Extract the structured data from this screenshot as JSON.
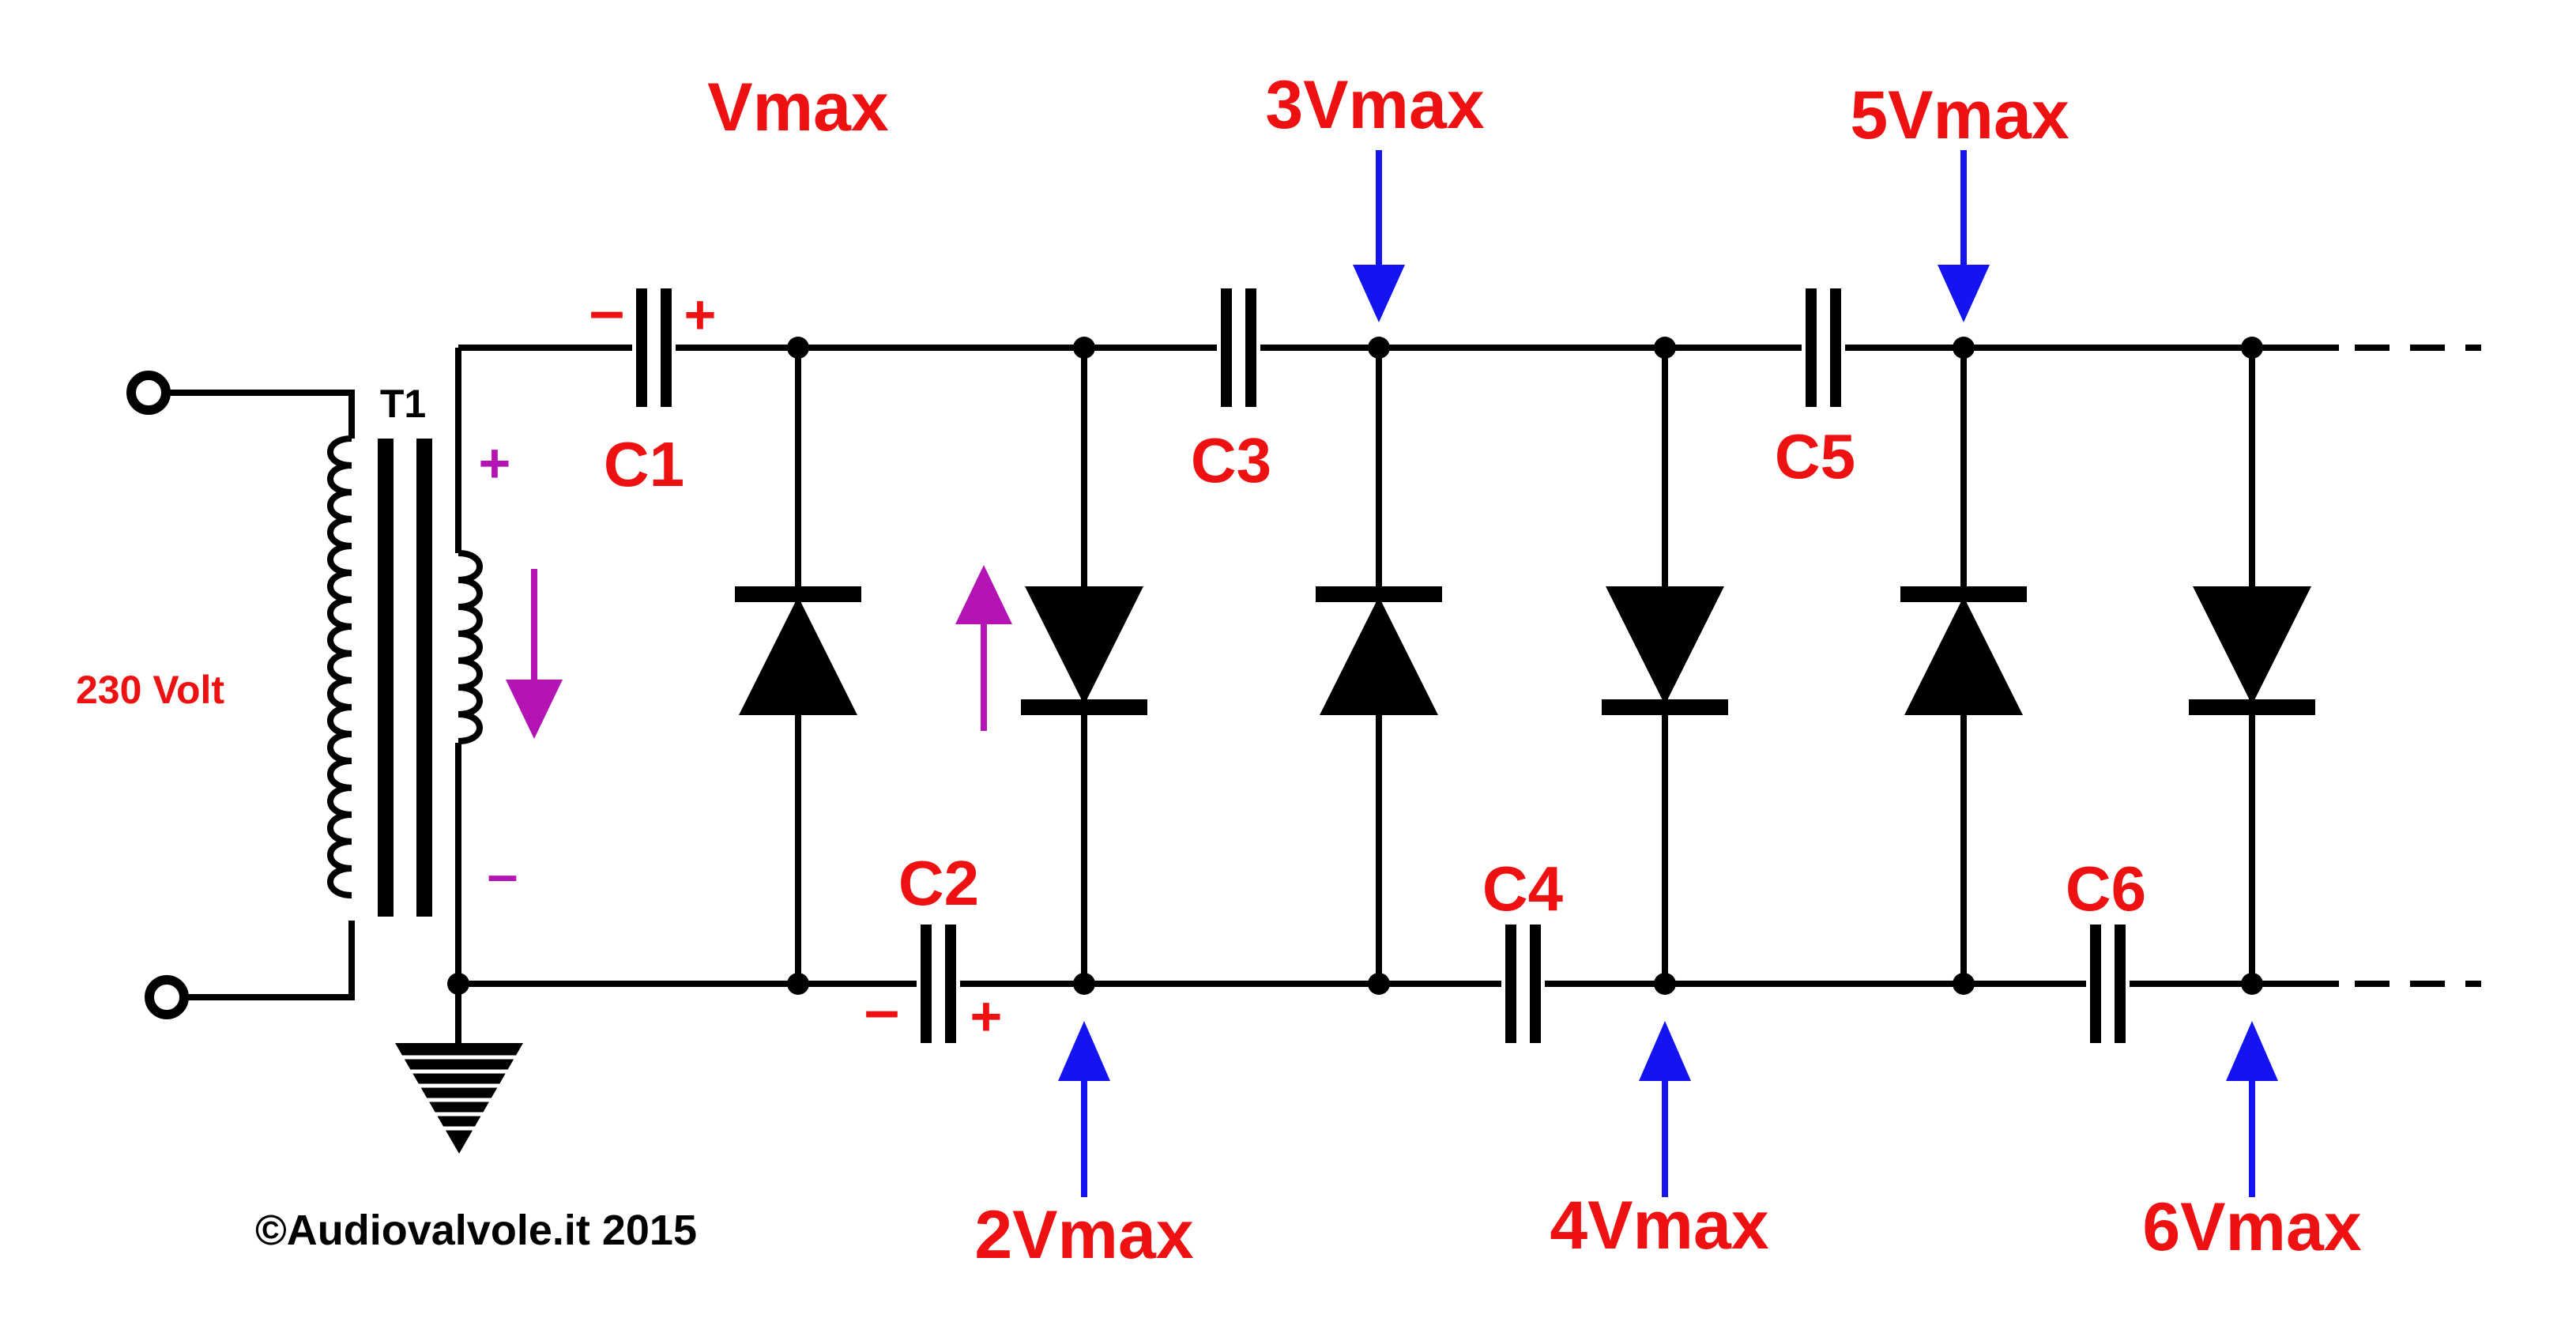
{
  "title_labels": {
    "transformer": "T1",
    "mains": "230 Volt",
    "copyright": "©Audiovalvole.it 2015"
  },
  "secondary_polarity": {
    "plus": "+",
    "minus": "–"
  },
  "capacitors": [
    {
      "name": "C1",
      "minus": "–",
      "plus": "+"
    },
    {
      "name": "C2",
      "minus": "–",
      "plus": "+"
    },
    {
      "name": "C3"
    },
    {
      "name": "C4"
    },
    {
      "name": "C5"
    },
    {
      "name": "C6"
    }
  ],
  "voltage_labels": {
    "top": [
      "Vmax",
      "3Vmax",
      "5Vmax"
    ],
    "bottom": [
      "2Vmax",
      "4Vmax",
      "6Vmax"
    ]
  },
  "colors": {
    "label_red": "#ee1111",
    "arrow_blue": "#1414f0",
    "current_magenta": "#b414b4",
    "wire_black": "#000000"
  }
}
